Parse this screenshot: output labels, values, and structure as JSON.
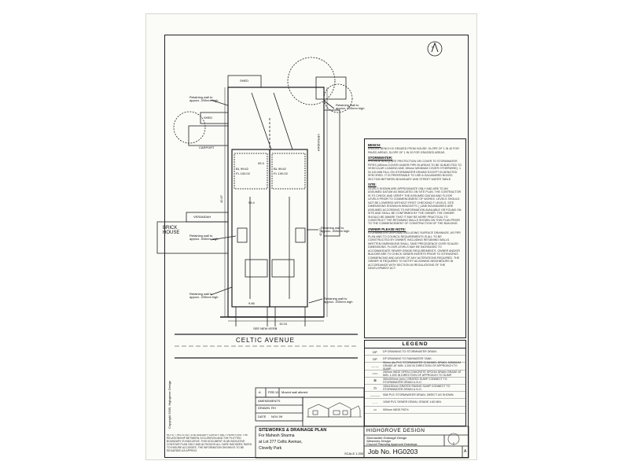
{
  "street": {
    "name": "CELTIC AVENUE",
    "kerb": "SEE NEW KERB"
  },
  "building_labels": {
    "shed_top": "SHED",
    "shed_left": "SHED",
    "carport": "CARPORT",
    "verandah_left": "VERANDAH",
    "verandah_right": "VERANDAH",
    "brick_house": "BRICK HOUSE"
  },
  "levels": {
    "unit_a": {
      "bl": "BL 99.62",
      "fl": "FL 100.02"
    },
    "unit_b": {
      "bl": "BL 99.62",
      "fl": "FL 100.02"
    }
  },
  "dimensions": {
    "left": "42.67",
    "right": "42.67",
    "front": "15.24",
    "setback": "9.66",
    "inner": "99.4",
    "inner2": "99.3"
  },
  "retaining_walls": [
    "Retaining wall to approx. 200mm high",
    "Retaining wall to approx. 200mm high",
    "Retaining wall to approx. 400mm high",
    "Retaining wall to approx. 400mm high",
    "Retaining wall to approx. 200mm high",
    "Retaining wall to approx. 200mm high"
  ],
  "notes": [
    {
      "heading": "BENCH:",
      "body": "ENSURE BENCH IS GRADED FROM HOUSE: SLOPE OF 1 IN 40 FOR PAVED AREAS, SLOPE OF 1 IN 20 FOR GRASSED AREAS."
    },
    {
      "heading": "STORMWATER:",
      "body": "PROVIDE ADEQUATE PROTECTION OR COVER TO STORMWATER PIPES (450mm COVER UNDER PIPE IN AREAS TO BE SUBJECTED TO VEHICULAR LOADING AND 150mm MINIMUM COVER OTHERWISE). 1 IN 100 MIN FALL ON STORMWATER DRAINS EXCEPT IN DENOTED SPECIFIED. IT IS PREFERABLE TO USE A GALVANISED BOXED SECTION BETWEEN BOUNDARY AND STREET WATER TABLE."
    },
    {
      "heading": "SITE:",
      "body": "LEVELS SHOWN ARE APPROXIMATE ONLY AND ARE TO AN ASSUMED DATUM AS INDICATED ON SITE PLAN. THE CONTRACTOR IS TO CHECK AND VERIFY THE ASSUMED DATUM AND FLOOR LEVELS PRIOR TO COMMENCEMENT OF WORKS. LEVELS SHOULD NOT BE LOWERED WITHOUT FIRST CHECKING F LEVELS. SITE DIMENSIONS SHOWN IN BRACKETS ( ) AND BOUNDARIES ARE ASSUMED ACCORDING TO INFORMATION AVAILABLE OR FOUND ON SITE AND SHALL BE CONFIRMED BY THE OWNER. THE OWNER SHOULD BE AWARE THAT IT MAY BE MORE PRACTICAL TO CONSTRUCT THE RETAINING WALLS SHOWN ON THIS PLAN PRIOR TO THE COMMENCEMENT OF CONSTRUCTION OF THE BUILDING."
    },
    {
      "heading": "OWNER PLEASE NOTE:",
      "body": "STORMWATER DISPOSAL INCLUDING SURFACE DRAINAGE, AS PER PLAN AND TO COUNCIL REQUIREMENTS IS ALL TO BE CONSTRUCTED BY OWNER, INCLUDING RETAINING WALLS. WRITTEN DIMENSIONS SHALL TAKE PRECEDENCE OVER SCALED DIMENSIONS. FLOOR LEVELS MAY BE INCREASED TO ACCOMMODATE SEWER GRADE REQUIREMENTS. OWNER AND/OR BUILDER ARE TO CHECK SEWER INVERTS PRIOR TO SITEWORKS COMMENCING AND ADVISE OF ANY ALTERATIONS REQUIRED. THE OWNER IS REQUIRED TO NOTIFY ADJOINING NEIGHBOURS IN ACCORDANCE WITH SECTION 60 REGULATIONS OF THE DEVELOPMENT ACT."
    }
  ],
  "legend": {
    "title": "LEGEND",
    "items": [
      {
        "sym": "DP",
        "text": "DP DRAINING TO STORMWATER DRAIN."
      },
      {
        "sym": "DP",
        "text": "DP DRAINING TO RAINWATER TANK."
      },
      {
        "sym": "— —",
        "text": "90mm dia PVC STORMWATER CHANNEL DRAIN, MINIMUM GRADE AT MIN. 1:200 IN DIRECTION OF APPROACH TO SUMP."
      },
      {
        "sym": "===",
        "text": "250mm WIDE OPEN CONCRETE SPOON DRAIN GRADE AT MIN. 1:200 IN DIRECTION OF APPROACH TO SUMP."
      },
      {
        "sym": "⊠",
        "text": "300x300mm (min.) GRATED SUMP CONNECT TO STORMWATER DRAIN U.N.O."
      },
      {
        "sym": "⊡",
        "text": "150x150mm GRATED PAVING SUMP CONNECT TO STORMWATER DRAIN U.N.O."
      },
      {
        "sym": "———",
        "text": "90Ø PVC STORMWATER DRAIN, DIRECT AS SHOWN."
      },
      {
        "sym": "- - -",
        "text": "100Ø PVC SEWER DRAIN, GRADE 1:60 MIN."
      },
      {
        "sym": "▭",
        "text": "900mm WIDE PATH."
      }
    ]
  },
  "amendments": {
    "rev": "A",
    "date": "FEB 10",
    "desc": "Moved wall altered",
    "header": "AMENDMENTS",
    "drawn_label": "DRAWN",
    "drawn": "RH",
    "date_label": "DATE",
    "date2": "NOV 09"
  },
  "title_block": {
    "plan_title": "SITEWORKS & DRAINAGE PLAN",
    "client": "For Mahesh Sharma",
    "site": "at Lot 277 Celtic Avenue,",
    "suburb": "Clovelly Park",
    "scale": "SCALE 1:200",
    "company": "HIGHGROVE DESIGN",
    "services": [
      "Stormwater Drainage Design",
      "Siteworks Design",
      "Council Planning Approval Drawings"
    ],
    "job": "Job No. HG0203",
    "sheet": "A",
    "copyright": "Copyright 2009, Highgrove Design"
  },
  "disclaimer": "NOTE: THIS IS NOT A BOUNDARY SURVEY AND THEREFORE THE RELATIONSHIP BETWEEN OCCUPATION AND THE PLOTTED BOUNDARY IS INDICATIVE. THIS DOCUMENT IS AN INDICATIVE CONTOUR PLAN ONLY AND ALTHOUGH ALL CARE HAS BEEN TAKEN TO ENSURE ACCURATE, THE INFORMATION SHOWN IS TO BE REGARDED AS APPROX."
}
